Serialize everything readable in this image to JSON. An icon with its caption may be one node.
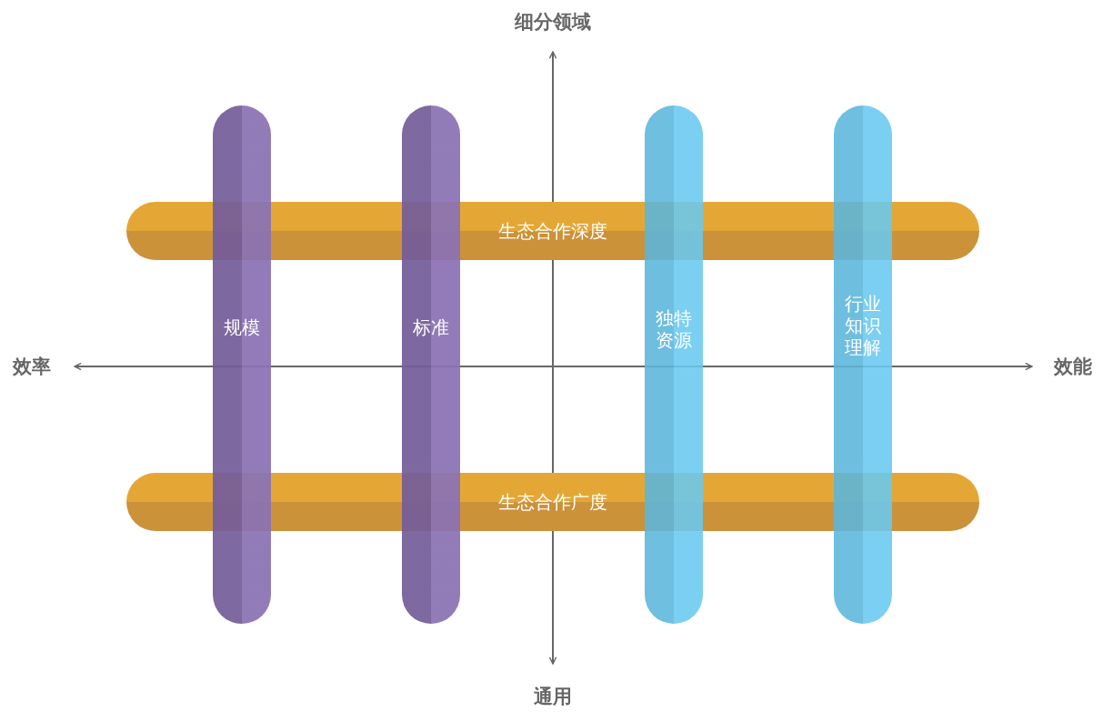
{
  "diagram": {
    "nodes": [
      {
        "text": [
          "生态合作深度"
        ]
      },
      {
        "text": [
          "生态合作广度"
        ]
      },
      {
        "text": [
          "规模"
        ]
      },
      {
        "text": [
          "标准"
        ]
      },
      {
        "text": [
          "独特资源"
        ]
      },
      {
        "text": [
          "行业知识理解"
        ]
      }
    ],
    "labels": [
      "细分领域",
      "效率",
      "效能",
      "通用"
    ]
  }
}
